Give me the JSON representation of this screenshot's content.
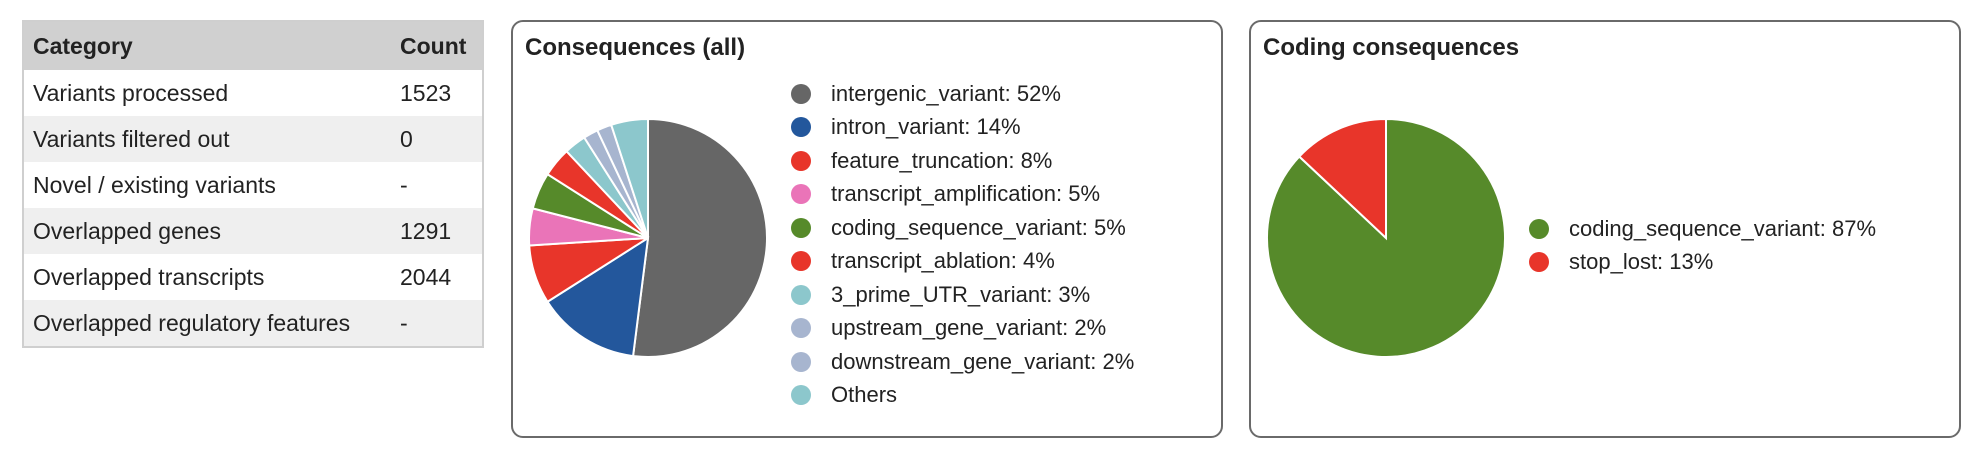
{
  "summary_table": {
    "headers": [
      "Category",
      "Count"
    ],
    "rows": [
      {
        "category": "Variants processed",
        "count": "1523"
      },
      {
        "category": "Variants filtered out",
        "count": "0"
      },
      {
        "category": "Novel / existing variants",
        "count": "-"
      },
      {
        "category": "Overlapped genes",
        "count": "1291"
      },
      {
        "category": "Overlapped transcripts",
        "count": "2044"
      },
      {
        "category": "Overlapped regulatory features",
        "count": "-"
      }
    ]
  },
  "panels": {
    "all": {
      "title": "Consequences (all)"
    },
    "coding": {
      "title": "Coding consequences"
    }
  },
  "chart_data": [
    {
      "type": "pie",
      "title": "Consequences (all)",
      "slices": [
        {
          "label": "intergenic_variant: 52%",
          "value": 52,
          "color": "#666666"
        },
        {
          "label": "intron_variant: 14%",
          "value": 14,
          "color": "#23579c"
        },
        {
          "label": "feature_truncation: 8%",
          "value": 8,
          "color": "#e8352a"
        },
        {
          "label": "transcript_amplification: 5%",
          "value": 5,
          "color": "#ea74b8"
        },
        {
          "label": "coding_sequence_variant: 5%",
          "value": 5,
          "color": "#568a2a"
        },
        {
          "label": "transcript_ablation: 4%",
          "value": 4,
          "color": "#e8352a"
        },
        {
          "label": "3_prime_UTR_variant: 3%",
          "value": 3,
          "color": "#8cc7cc"
        },
        {
          "label": "upstream_gene_variant: 2%",
          "value": 2,
          "color": "#a7b5cf"
        },
        {
          "label": "downstream_gene_variant: 2%",
          "value": 2,
          "color": "#a7b5cf"
        },
        {
          "label": "Others",
          "value": 5,
          "color": "#8cc7cc"
        }
      ]
    },
    {
      "type": "pie",
      "title": "Coding consequences",
      "slices": [
        {
          "label": "coding_sequence_variant: 87%",
          "value": 87,
          "color": "#568a2a"
        },
        {
          "label": "stop_lost: 13%",
          "value": 13,
          "color": "#e8352a"
        }
      ]
    }
  ]
}
